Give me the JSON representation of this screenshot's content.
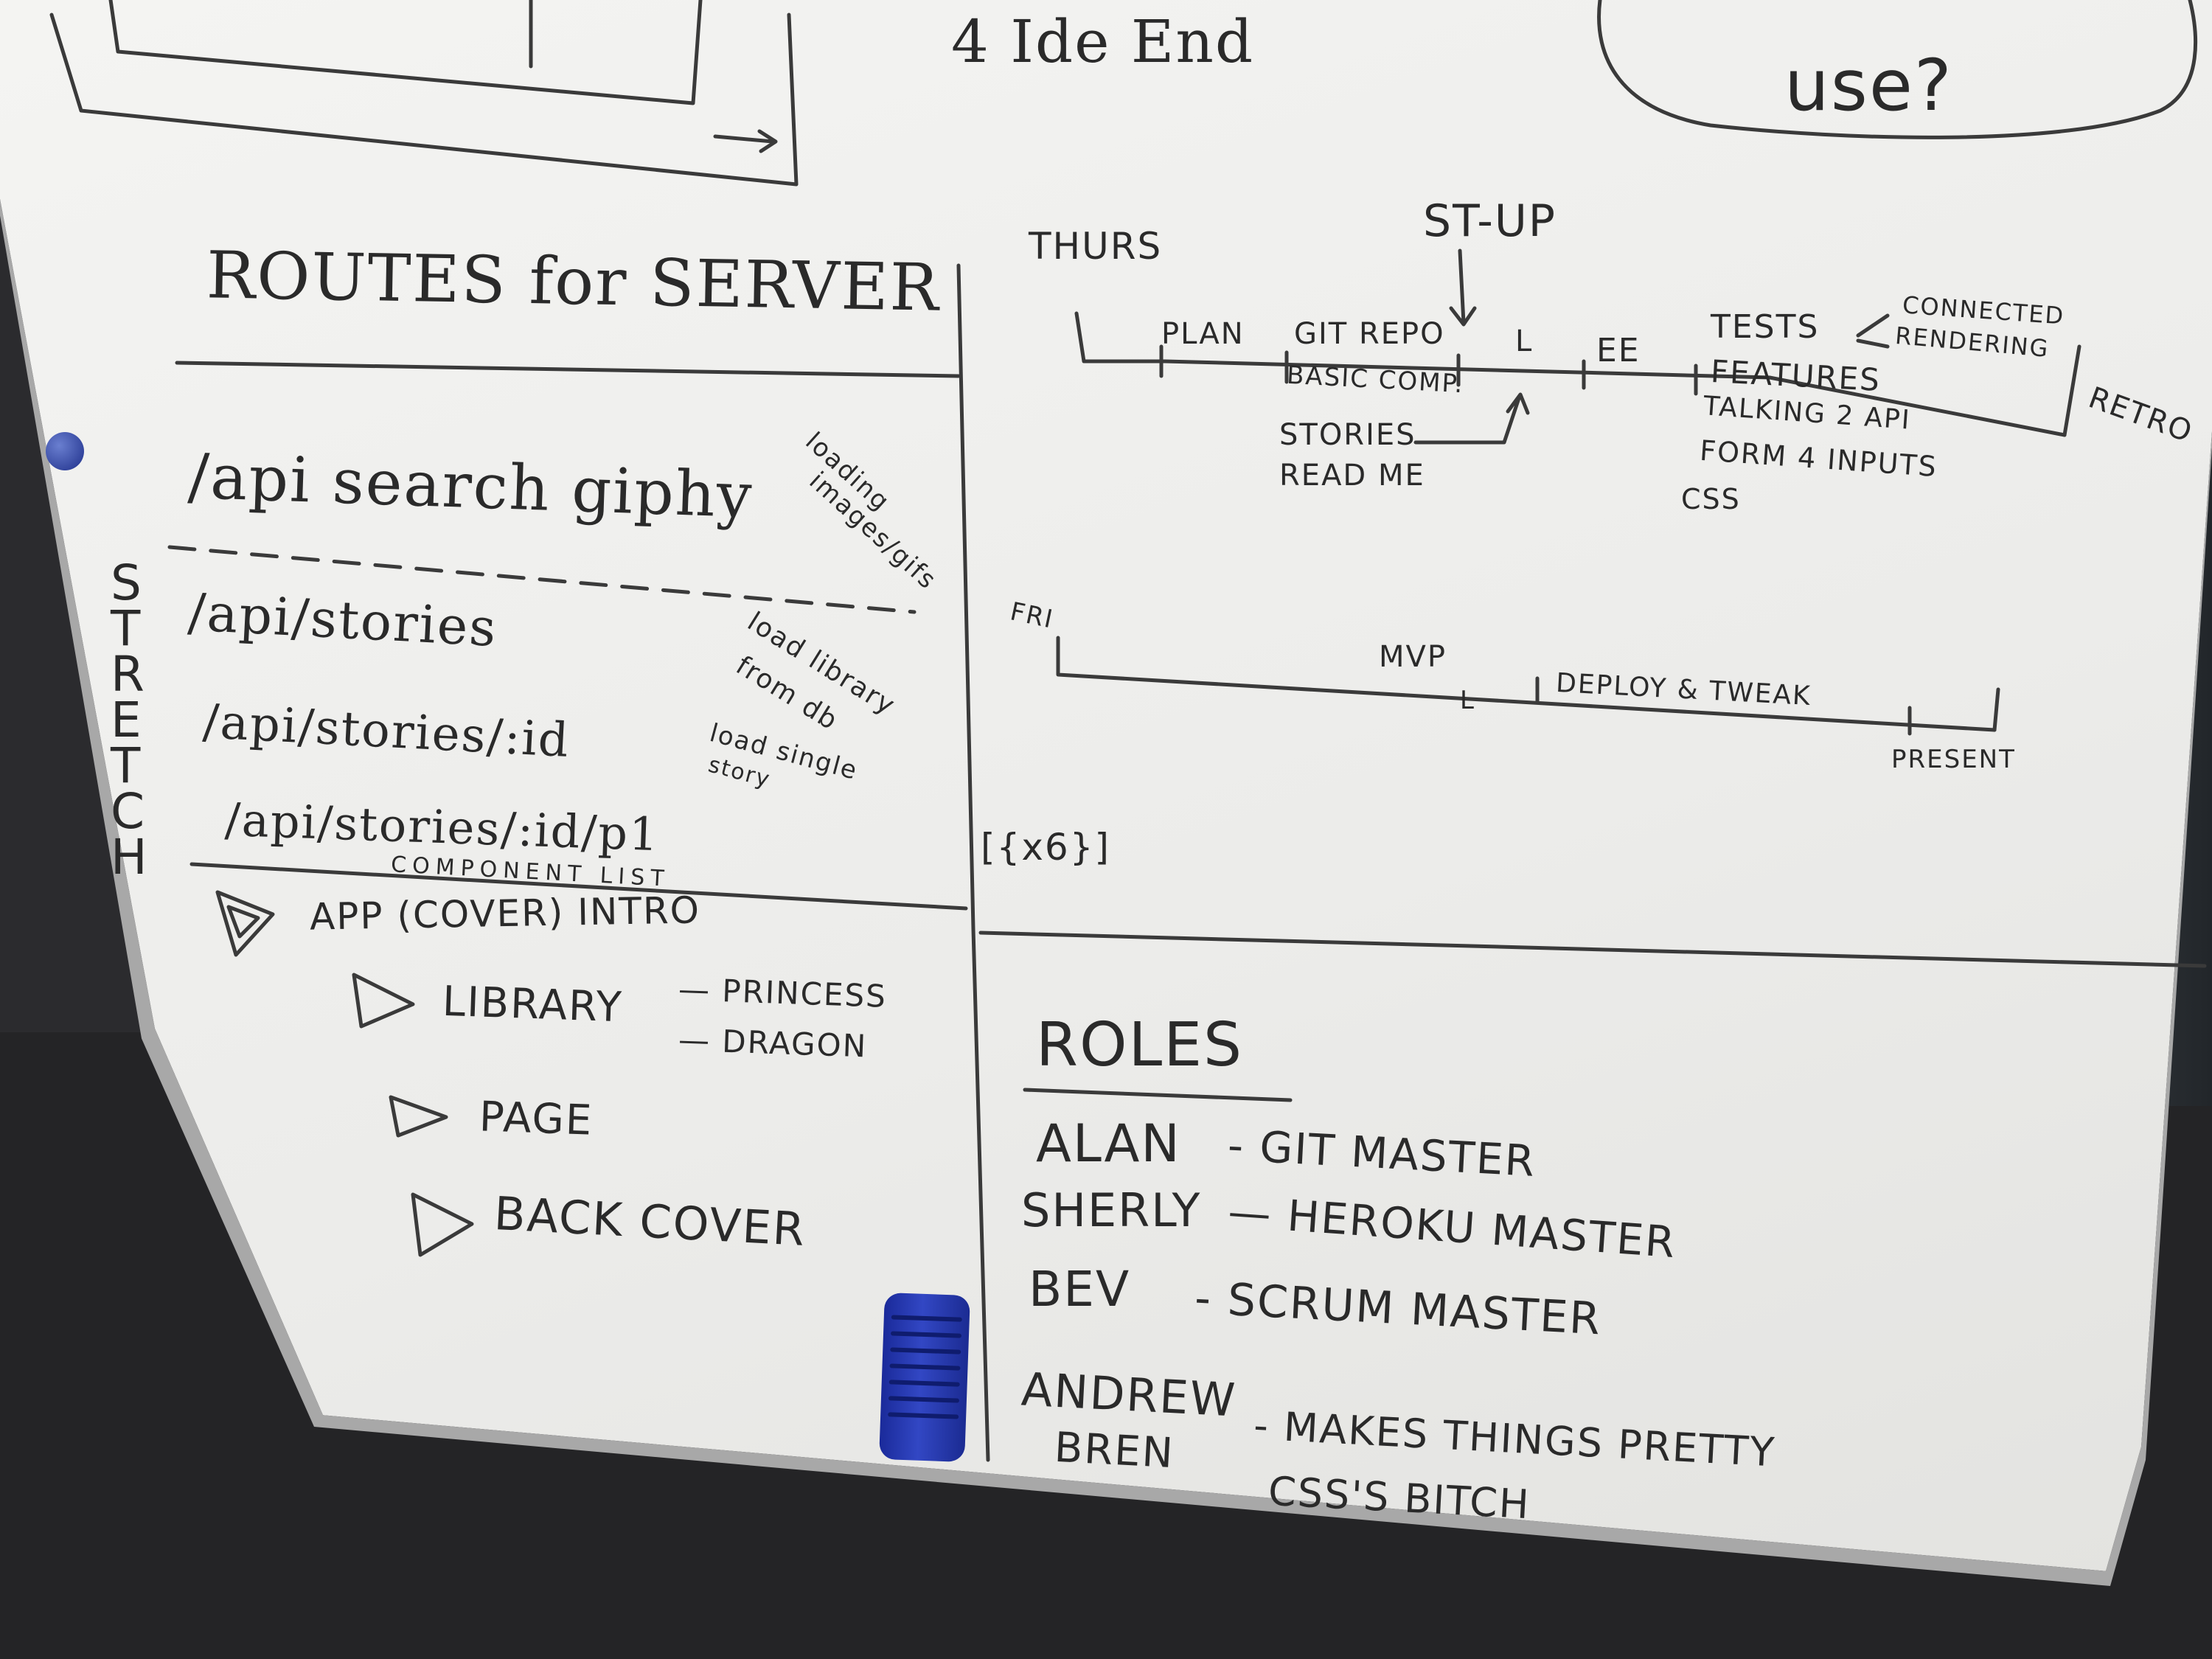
{
  "top": {
    "partial_left": "4 Ide End",
    "partial_right": "use?"
  },
  "routes": {
    "title": "ROUTES for SERVER",
    "stretch": [
      "S",
      "T",
      "R",
      "E",
      "T",
      "C",
      "H"
    ],
    "items": [
      {
        "path": "/api search giphy",
        "note_lines": [
          "loading",
          "images/gifs"
        ]
      },
      {
        "path": "/api/stories",
        "note_lines": [
          "load library",
          "from db"
        ]
      },
      {
        "path": "/api/stories/:id",
        "note_lines": [
          "load single",
          "story"
        ]
      },
      {
        "path": "/api/stories/:id/p1",
        "note_lines": []
      }
    ]
  },
  "components": {
    "header": "COMPONENT LIST",
    "app": "APP (COVER) INTRO",
    "library": "LIBRARY",
    "library_children": [
      "— PRINCESS",
      "— DRAGON"
    ],
    "page": "PAGE",
    "back_cover": "BACK COVER"
  },
  "timeline_thurs": {
    "day": "THURS",
    "standup": "ST-UP",
    "plan": "PLAN",
    "git_repo": "GIT REPO",
    "l": "L",
    "ee": "EE",
    "basic_comp": "BASIC COMP.",
    "stories": "STORIES",
    "readme": "READ ME",
    "tests": "TESTS",
    "connected": "CONNECTED",
    "rendering": "RENDERING",
    "features": "FEATURES",
    "talking": "TALKING 2 API",
    "form": "FORM 4 INPUTS",
    "css": "CSS",
    "retro": "RETRO"
  },
  "timeline_fri": {
    "day": "FRI",
    "mvp": "MVP",
    "l": "L",
    "deploy": "DEPLOY & TWEAK",
    "present": "PRESENT",
    "bracket": "[{x6}]"
  },
  "roles": {
    "title": "ROLES",
    "rows": [
      {
        "name": "ALAN",
        "role": "- GIT MASTER"
      },
      {
        "name": "SHERLY",
        "role": "— HEROKU MASTER"
      },
      {
        "name": "BEV",
        "role": "- SCRUM MASTER"
      },
      {
        "name": "ANDREW",
        "role": "- MAKES THINGS PRETTY"
      },
      {
        "name": "BREN",
        "role": "CSS'S BITCH"
      }
    ]
  },
  "colors": {
    "board": "#efefed",
    "ink": "#2a2a2a",
    "magnet": "#2b3fa8",
    "eraser": "#2a3cb8"
  }
}
